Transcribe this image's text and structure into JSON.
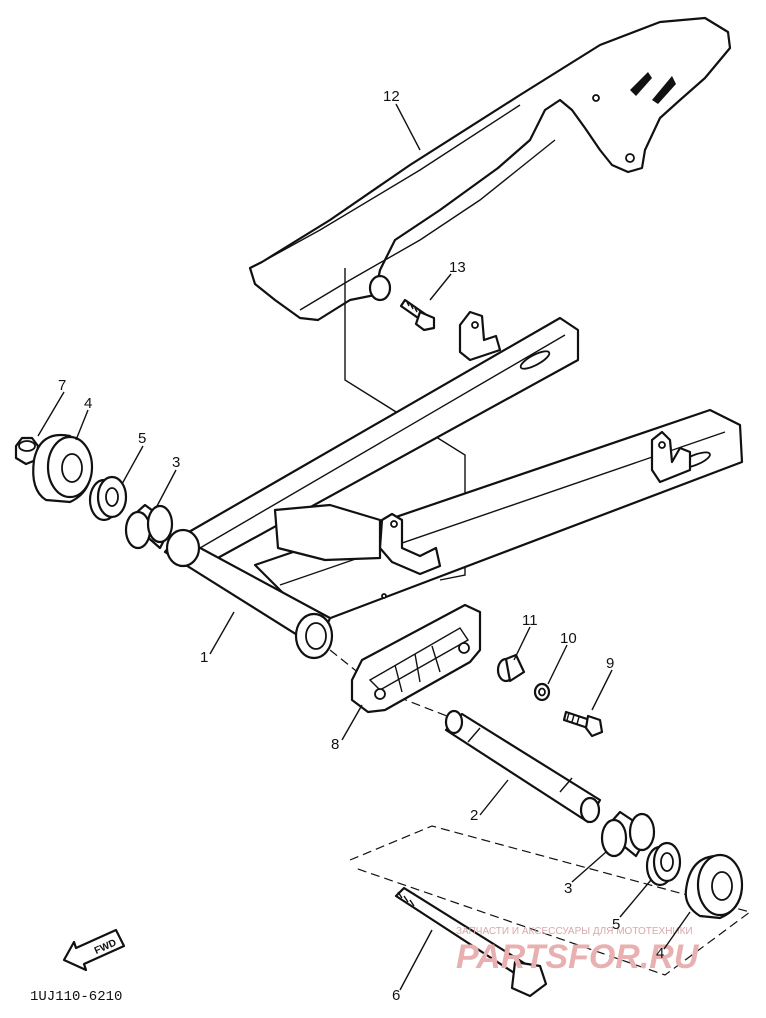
{
  "callouts": [
    {
      "id": "1",
      "label": "1"
    },
    {
      "id": "2",
      "label": "2"
    },
    {
      "id": "3a",
      "label": "3"
    },
    {
      "id": "3b",
      "label": "3"
    },
    {
      "id": "4a",
      "label": "4"
    },
    {
      "id": "4b",
      "label": "4"
    },
    {
      "id": "5a",
      "label": "5"
    },
    {
      "id": "5b",
      "label": "5"
    },
    {
      "id": "6",
      "label": "6"
    },
    {
      "id": "7",
      "label": "7"
    },
    {
      "id": "8",
      "label": "8"
    },
    {
      "id": "9",
      "label": "9"
    },
    {
      "id": "10",
      "label": "10"
    },
    {
      "id": "11",
      "label": "11"
    },
    {
      "id": "12",
      "label": "12"
    },
    {
      "id": "13",
      "label": "13"
    }
  ],
  "diagram_code": "1UJ110-6210",
  "forward_arrow_label": "FWD",
  "watermark": {
    "tagline": "ЗАПЧАСТИ И АКСЕССУАРЫ ДЛЯ МОТОТЕХНИКИ",
    "brand": "PARTSFOR.RU"
  },
  "colors": {
    "line": "#111111",
    "background": "#ffffff",
    "watermark": "#e8b0b0"
  }
}
